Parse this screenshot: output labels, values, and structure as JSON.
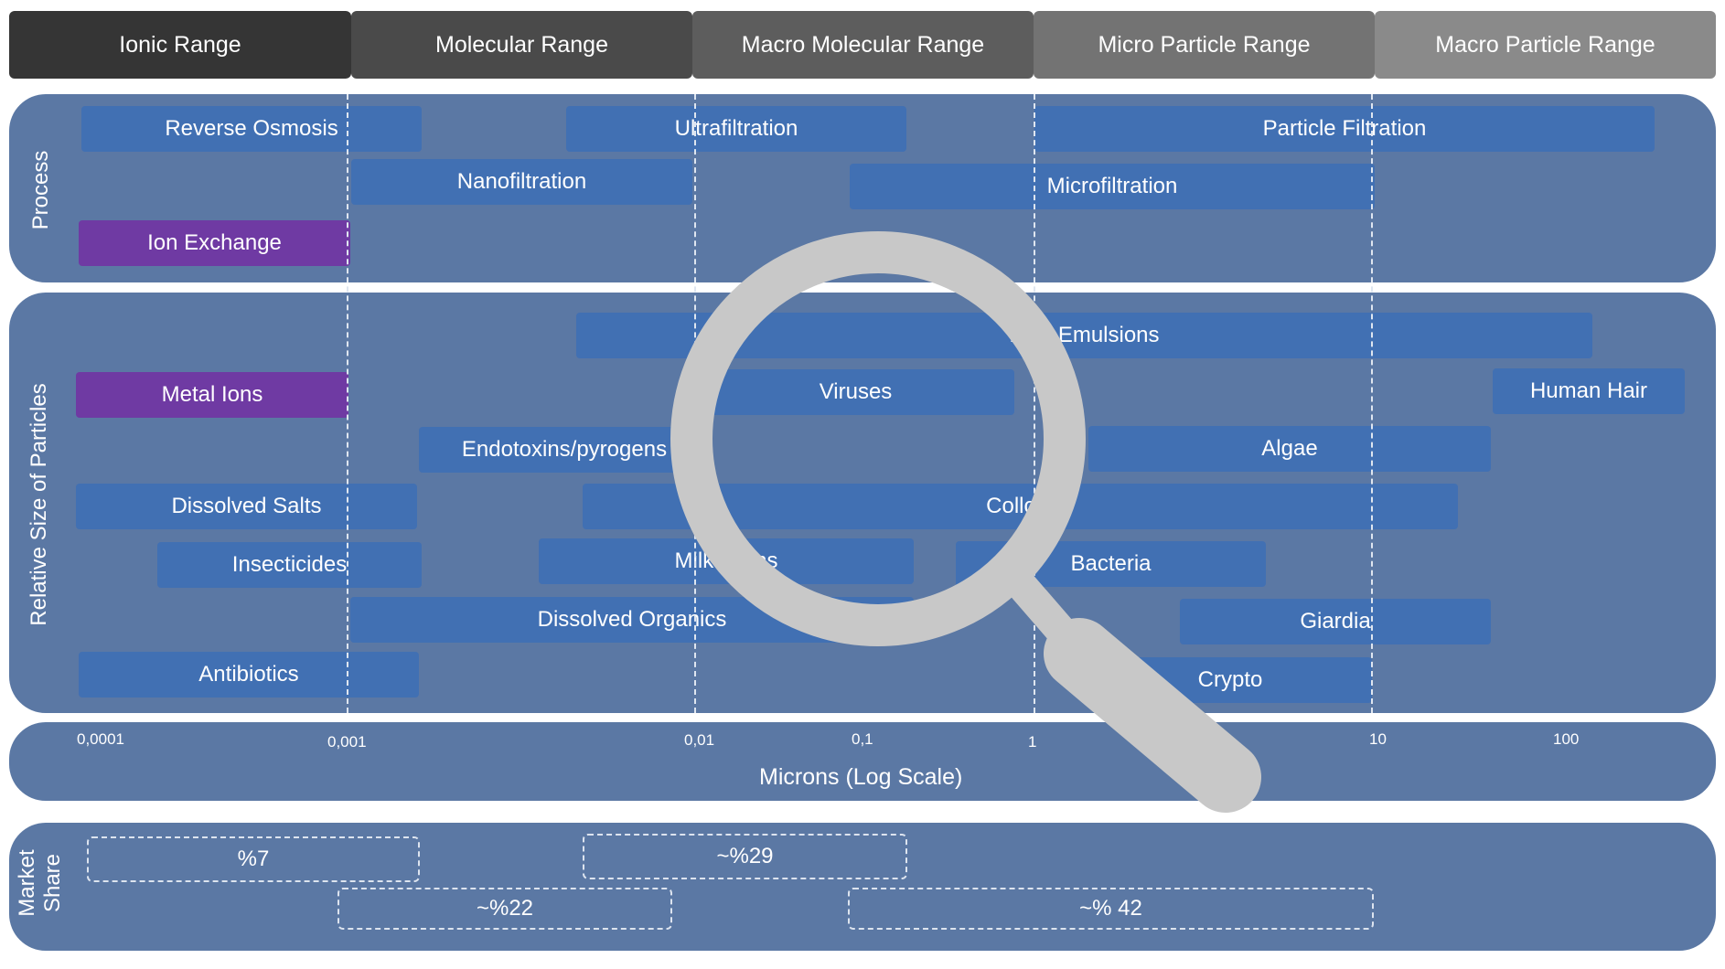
{
  "ranges": [
    "Ionic Range",
    "Molecular Range",
    "Macro Molecular Range",
    "Micro Particle Range",
    "Macro Particle Range"
  ],
  "range_colors": [
    "#353535",
    "#4a4a4a",
    "#5d5d5d",
    "#737373",
    "#8a8a8a"
  ],
  "section_labels": {
    "process": "Process",
    "particles": "Relative Size of Particles",
    "market_line1": "Market",
    "market_line2": "Share"
  },
  "process": [
    "Reverse Osmosis",
    "Ultrafiltration",
    "Particle Filtration",
    "Nanofiltration",
    "Microfiltration",
    "Ion Exchange"
  ],
  "particles": [
    "L... / Emulsions",
    "Metal Ions",
    "Viruses",
    "Human Hair",
    "Endotoxins/pyrogens",
    "Algae",
    "Dissolved Salts",
    "Collo...",
    "Insecticides",
    "Milk P...ins",
    "Bacteria",
    "Dissolved Organics",
    "Giardia",
    "Antibiotics",
    "Crypto"
  ],
  "axis": {
    "title": "Microns (Log Scale)",
    "ticks": [
      "0,0001",
      "0,001",
      "0,01",
      "0,1",
      "1",
      "10",
      "100"
    ]
  },
  "market_share": [
    "%7",
    "~%29",
    "~%22",
    "~% 42"
  ],
  "colors": {
    "panel": "#5b78a4",
    "bar": "#4170b3",
    "highlight": "#6f3aa3",
    "magnifier": "#c8c8c8"
  },
  "icons": [
    "magnifier-icon"
  ]
}
